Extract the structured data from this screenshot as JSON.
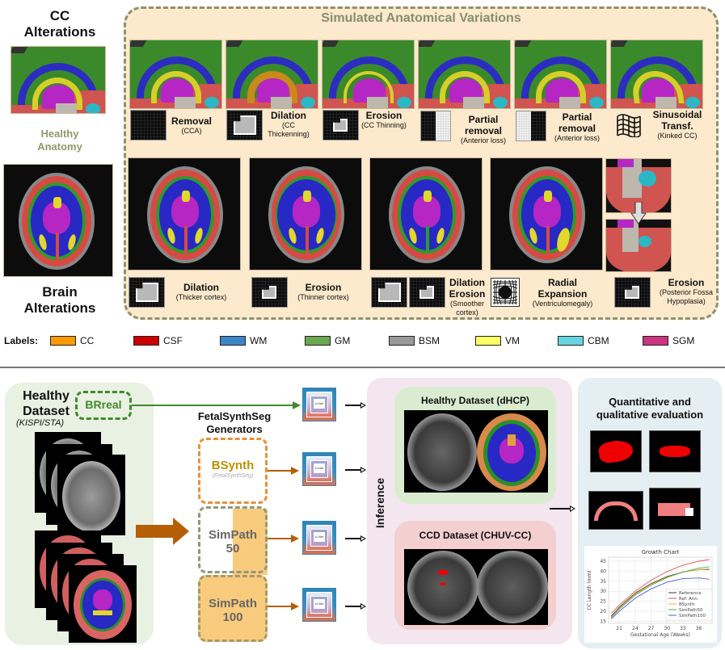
{
  "top": {
    "left_column": {
      "cc_title": [
        "CC",
        "Alterations"
      ],
      "healthy_label": [
        "Healthy",
        "Anatomy"
      ],
      "brain_title": [
        "Brain",
        "Alterations"
      ]
    },
    "simulated_title": "Simulated Anatomical Variations",
    "cc_operations": [
      {
        "title": "Removal",
        "subtitle": "(CCA)",
        "mask_icon": "empty-grid-icon"
      },
      {
        "title": "Dilation",
        "subtitle": "(CC Thickenning)",
        "mask_icon": "dilation-mask-icon"
      },
      {
        "title": "Erosion",
        "subtitle": "(CC Thinning)",
        "mask_icon": "erosion-mask-icon"
      },
      {
        "title": "Partial removal",
        "subtitle": "(Anterior loss)",
        "mask_icon": "partial-grid-left-icon"
      },
      {
        "title": "Partial removal",
        "subtitle": "(Anterior loss)",
        "mask_icon": "partial-grid-right-icon"
      },
      {
        "title": "Sinusoidal Transf.",
        "subtitle": "(Kinked CC)",
        "mask_icon": "sinusoidal-grid-icon"
      }
    ],
    "brain_operations": [
      {
        "title": "Dilation",
        "subtitle": "(Thicker cortex)"
      },
      {
        "title": "Erosion",
        "subtitle": "(Thinner cortex)"
      },
      {
        "title": "Dilation Erosion",
        "subtitle": "(Smoother cortex)"
      },
      {
        "title": "Radial Expansion",
        "subtitle": "(Ventriculomegaly)"
      },
      {
        "title": "Erosion",
        "subtitle": "(Posterior Fossa Hypoplasia)"
      }
    ]
  },
  "legend": {
    "prefix": "Labels:",
    "items": [
      {
        "label": "CC",
        "color": "#ff9900"
      },
      {
        "label": "CSF",
        "color": "#cc0000"
      },
      {
        "label": "WM",
        "color": "#3d85c6"
      },
      {
        "label": "GM",
        "color": "#6aa84f"
      },
      {
        "label": "BSM",
        "color": "#999999"
      },
      {
        "label": "VM",
        "color": "#ffff66"
      },
      {
        "label": "CBM",
        "color": "#66d5e0"
      },
      {
        "label": "SGM",
        "color": "#cc3380"
      }
    ]
  },
  "bottom": {
    "healthy_dataset": {
      "title": [
        "Healthy",
        "Dataset"
      ],
      "subtitle": "(KISPI/STA)",
      "brreal": "BRreal"
    },
    "generators_title": [
      "FetalSynthSeg",
      "Generators"
    ],
    "generators": [
      {
        "name": "BSynth",
        "sub": "(FetalSynthSeg)"
      },
      {
        "name": "SimPath",
        "sub": "50"
      },
      {
        "name": "SimPath",
        "sub": "100"
      }
    ],
    "unet_label": "U-Net",
    "inference_label": "Inference",
    "dhcp_title": "Healthy Dataset (dHCP)",
    "ccd_title": "CCD Dataset (CHUV-CC)",
    "eval_title": [
      "Quantitative and",
      "qualitative evaluation"
    ]
  },
  "chart_data": {
    "type": "line",
    "title": "Growth Chart",
    "xlabel": "Gestational Age (Weeks)",
    "ylabel": "CC Length (mm)",
    "xlim": [
      19,
      38.5
    ],
    "ylim": [
      14,
      47
    ],
    "xticks": [
      21,
      24,
      27,
      30,
      33,
      36
    ],
    "yticks": [
      15,
      20,
      25,
      30,
      35,
      40,
      45
    ],
    "grid": true,
    "legend_position": "bottom-right",
    "x": [
      19.5,
      21,
      24,
      27,
      30,
      33,
      36,
      38
    ],
    "series": [
      {
        "name": "Reference",
        "color": "#333333",
        "values": [
          17.5,
          22,
          29,
          33.8,
          37.3,
          39.6,
          40.8,
          40.9
        ]
      },
      {
        "name": "Ref. Ann.",
        "color": "#e05555",
        "values": [
          19,
          23,
          30,
          35.5,
          39.8,
          43,
          45,
          45.8
        ]
      },
      {
        "name": "BSynth",
        "color": "#e8b530",
        "values": [
          17,
          21.5,
          28.5,
          33.5,
          37,
          39.5,
          40.8,
          41.2
        ]
      },
      {
        "name": "SimPath50",
        "color": "#55aa55",
        "values": [
          16.8,
          21,
          28,
          33,
          36.8,
          39.6,
          41.5,
          42.2
        ]
      },
      {
        "name": "SimPath100",
        "color": "#5555ee",
        "values": [
          16.2,
          20,
          26.5,
          31.2,
          34.5,
          36.3,
          36.6,
          36.0
        ]
      }
    ]
  }
}
